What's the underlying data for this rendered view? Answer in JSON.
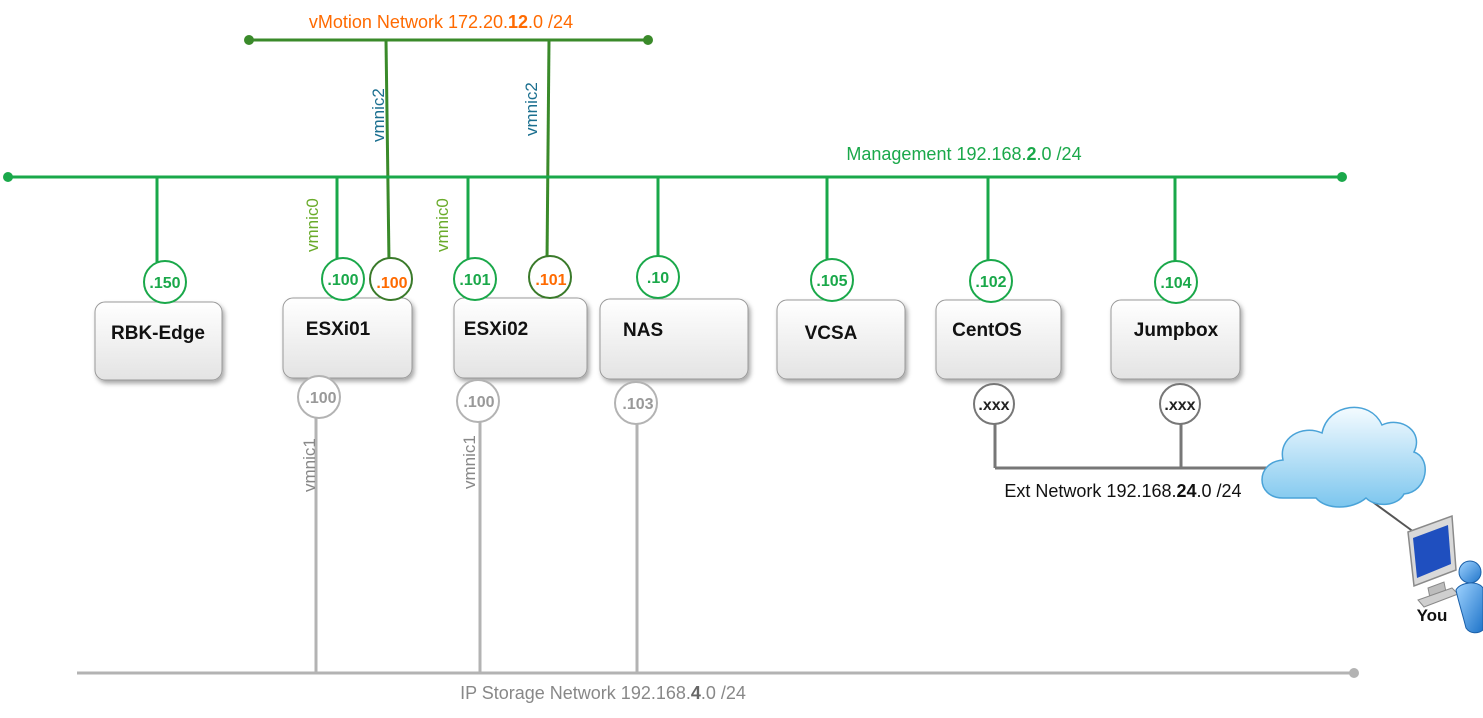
{
  "networks": {
    "vmotion": {
      "label_prefix": "vMotion Network 172.20.",
      "label_bold": "12",
      "label_suffix": ".0 /24",
      "color": "#ff6a00",
      "line_color": "#3a8a2a"
    },
    "management": {
      "label_prefix": "Management 192.168.",
      "label_bold": "2",
      "label_suffix": ".0 /24",
      "color": "#1aa84a"
    },
    "ext": {
      "label_prefix": "Ext Network 192.168.",
      "label_bold": "24",
      "label_suffix": ".0 /24",
      "color": "#111111",
      "line_color": "#777777"
    },
    "storage": {
      "label_prefix": "IP Storage Network 192.168.",
      "label_bold": "4",
      "label_suffix": ".0 /24",
      "color": "#888888",
      "line_color": "#b3b3b3"
    }
  },
  "nodes": {
    "rbk_edge": "RBK-Edge",
    "esxi01": "ESXi01",
    "esxi02": "ESXi02",
    "nas": "NAS",
    "vcsa": "VCSA",
    "centos": "CentOS",
    "jumpbox": "Jumpbox"
  },
  "mgmt_ips": {
    "rbk_edge": ".150",
    "esxi01": ".100",
    "esxi02": ".101",
    "nas": ".10",
    "vcsa": ".105",
    "centos": ".102",
    "jumpbox": ".104"
  },
  "vmotion_ips": {
    "esxi01": ".100",
    "esxi02": ".101"
  },
  "storage_ips": {
    "esxi01": ".100",
    "esxi02": ".100",
    "nas": ".103"
  },
  "ext_ips": {
    "centos": ".xxx",
    "jumpbox": ".xxx"
  },
  "nics": {
    "vmnic0": "vmnic0",
    "vmnic1": "vmnic1",
    "vmnic2": "vmnic2"
  },
  "user_label": "You"
}
